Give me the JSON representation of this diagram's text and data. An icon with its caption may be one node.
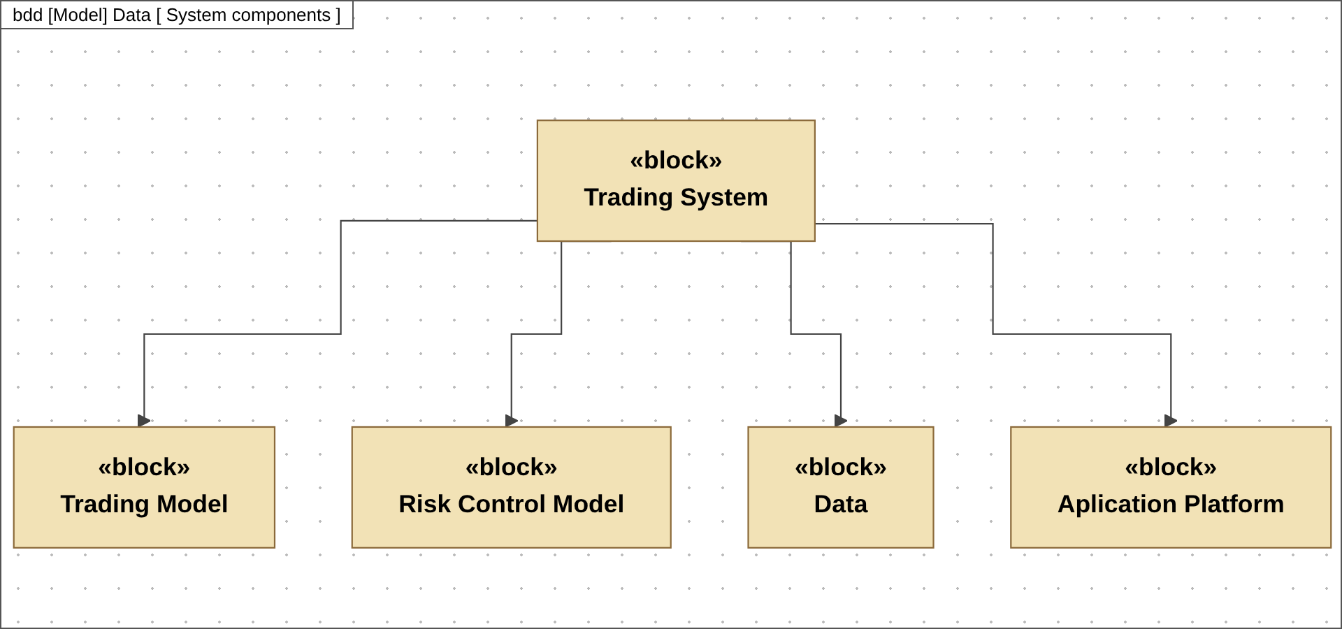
{
  "diagram": {
    "title": "bdd [Model] Data [ System components ]",
    "nodes": [
      {
        "text": [
          "«block»",
          "Trading System"
        ]
      },
      {
        "text": [
          "«block»",
          "Trading Model"
        ]
      },
      {
        "text": [
          "«block»",
          "Risk Control Model"
        ]
      },
      {
        "text": [
          "«block»",
          "Data"
        ]
      },
      {
        "text": [
          "«block»",
          "Aplication Platform"
        ]
      }
    ],
    "edges": [
      {
        "from": 0,
        "to": 1,
        "arrow": "to"
      },
      {
        "from": 0,
        "to": 2,
        "arrow": "to"
      },
      {
        "from": 0,
        "to": 3,
        "arrow": "to"
      },
      {
        "from": 0,
        "to": 4,
        "arrow": "to"
      }
    ]
  }
}
